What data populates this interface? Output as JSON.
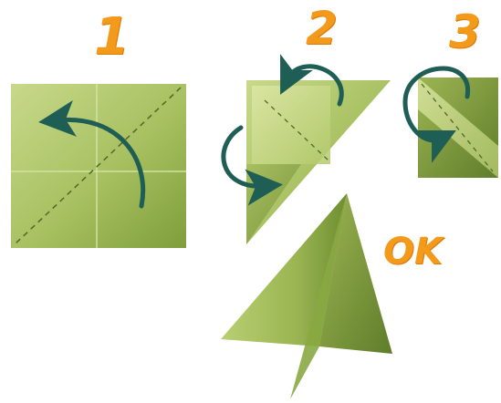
{
  "steps": [
    {
      "label": "1"
    },
    {
      "label": "2"
    },
    {
      "label": "3"
    }
  ],
  "result": {
    "label": "OK"
  },
  "colors": {
    "paper_light": "#c9d98a",
    "paper_mid": "#9fba55",
    "paper_dark": "#5f7d2a",
    "arrow": "#1f5e55",
    "label": "#f39a1b",
    "fold_line": "#4d6a25"
  },
  "icons": [
    "curved-fold-arrow-icon",
    "fold-line-icon"
  ]
}
